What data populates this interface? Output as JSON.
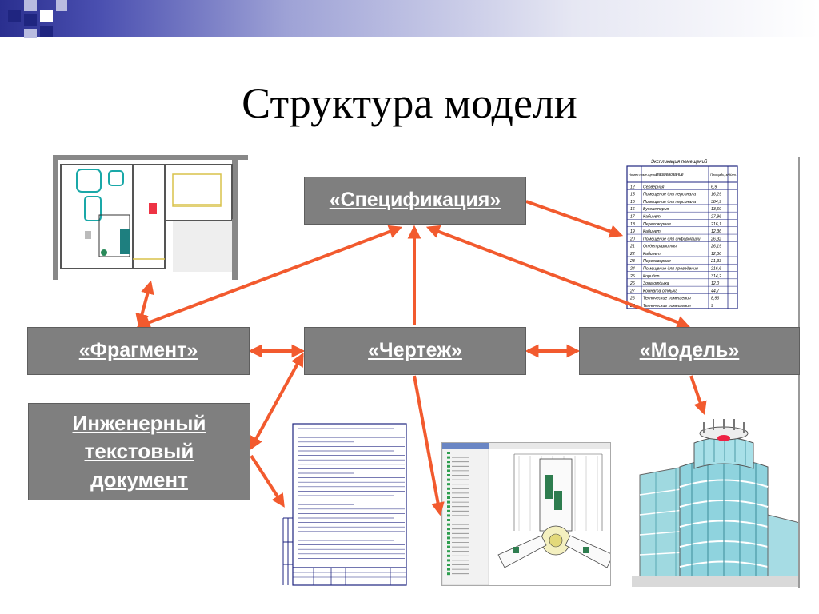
{
  "slide": {
    "title": "Структура модели"
  },
  "nodes": {
    "specification": "«Спецификация»",
    "fragment": "«Фрагмент»",
    "drawing": "«Чертеж»",
    "model": "«Модель»",
    "text_document": {
      "line1": "Инженерный",
      "line2": "текстовый",
      "line3": "документ"
    }
  },
  "spec_table": {
    "caption": "Экспликация помещений",
    "headers": [
      "Номер поме-щения",
      "Наименование",
      "Площадь, м²",
      "Кат."
    ],
    "rows": [
      [
        "12",
        "Серверная",
        "6,9"
      ],
      [
        "15",
        "Помещение для персонала",
        "16,29"
      ],
      [
        "16",
        "Помещение для персонала",
        "384,9"
      ],
      [
        "16",
        "Бухгалтерия",
        "13,69"
      ],
      [
        "17",
        "Кабинет",
        "27,96"
      ],
      [
        "18",
        "Переговорная",
        "216,1"
      ],
      [
        "19",
        "Кабинет",
        "12,36"
      ],
      [
        "20",
        "Помещение для информации",
        "26,32"
      ],
      [
        "21",
        "Отдел развития",
        "26,19"
      ],
      [
        "22",
        "Кабинет",
        "12,36"
      ],
      [
        "23",
        "Переговорная",
        "21,33"
      ],
      [
        "24",
        "Помещение для проведения",
        "216,6"
      ],
      [
        "25",
        "Коридор",
        "314,2"
      ],
      [
        "26",
        "Зона отдыха",
        "12,0"
      ],
      [
        "27",
        "Комната отдыха",
        "44,7"
      ],
      [
        "26",
        "Технические помещения",
        "8,96"
      ],
      [
        "27",
        "Технические помещения",
        "9"
      ]
    ]
  },
  "colors": {
    "box_fill": "#7f7f7f",
    "arrow": "#f25a2e",
    "accent": "#1f2580"
  }
}
